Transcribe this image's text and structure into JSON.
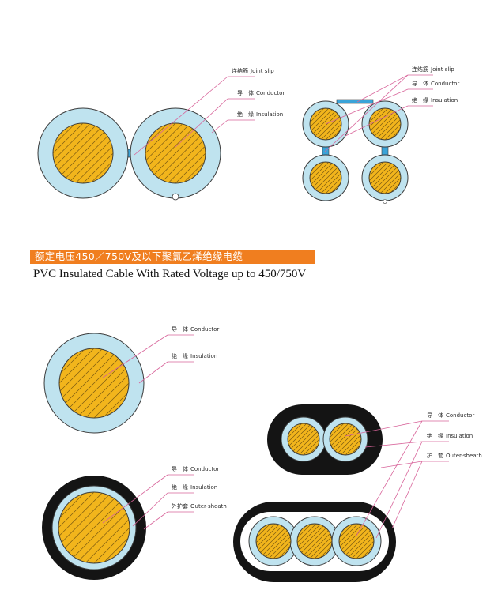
{
  "colors": {
    "conductor": "#f2b51c",
    "insulation": "#bfe3ef",
    "sheath": "#141414",
    "joint": "#3aa3d8",
    "leader": "#d8649a",
    "banner": "#f07e1f"
  },
  "title_cn": "额定电压450／750V及以下聚氯乙烯绝缘电缆",
  "title_en": "PVC Insulated Cable With Rated Voltage up to 450/750V",
  "diagrams": {
    "twin_joint": {
      "labels": [
        {
          "cn": "连结筋",
          "en": "Joint slip"
        },
        {
          "cn": "导　体",
          "en": "Conductor"
        },
        {
          "cn": "绝　缘",
          "en": "Insulation"
        }
      ]
    },
    "quad_joint": {
      "labels": [
        {
          "cn": "连结筋",
          "en": "Joint slip"
        },
        {
          "cn": "导　体",
          "en": "Conductor"
        },
        {
          "cn": "绝　缘",
          "en": "Insulation"
        }
      ]
    },
    "single_unsheathed": {
      "labels": [
        {
          "cn": "导　体",
          "en": "Conductor"
        },
        {
          "cn": "绝　缘",
          "en": "Insulation"
        }
      ]
    },
    "single_sheathed": {
      "labels": [
        {
          "cn": "导　体",
          "en": "Conductor"
        },
        {
          "cn": "绝　缘",
          "en": "Insulation"
        },
        {
          "cn": "外护套",
          "en": "Outer-sheath"
        }
      ]
    },
    "flat_multi": {
      "labels": [
        {
          "cn": "导　体",
          "en": "Conductor"
        },
        {
          "cn": "绝　缘",
          "en": "Insulation"
        },
        {
          "cn": "护　套",
          "en": "Outer-sheath"
        }
      ]
    }
  }
}
